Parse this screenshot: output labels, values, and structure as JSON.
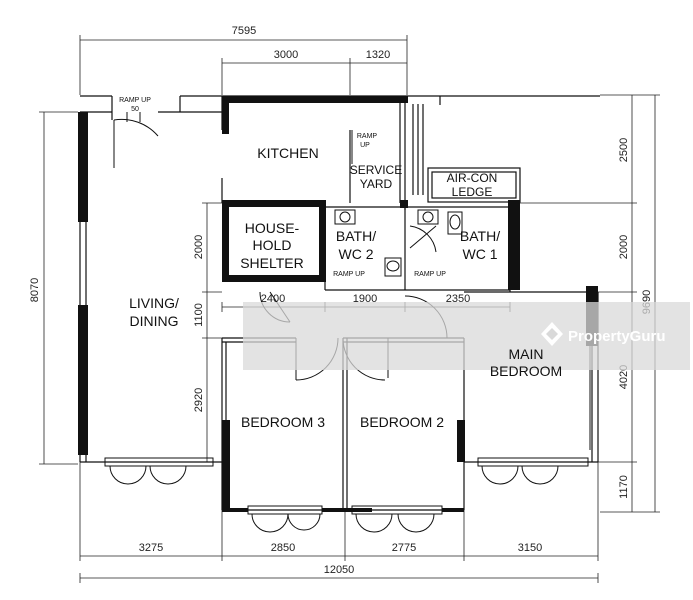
{
  "dimensions": {
    "top_total": "7595",
    "top_a": "3000",
    "top_b": "1320",
    "left_total": "8070",
    "left_a": "2000",
    "left_b": "1100",
    "left_c": "2920",
    "right_total": "9690",
    "right_a": "2500",
    "right_b": "2000",
    "right_c": "4020",
    "right_d": "1170",
    "mid_a": "2400",
    "mid_b": "1900",
    "mid_c": "2350",
    "bottom_a": "3275",
    "bottom_b": "2850",
    "bottom_c": "2775",
    "bottom_d": "3150",
    "bottom_total": "12050"
  },
  "rooms": {
    "kitchen": "KITCHEN",
    "service_yard_1": "SERVICE",
    "service_yard_2": "YARD",
    "aircon_1": "AIR-CON",
    "aircon_2": "LEDGE",
    "shelter_1": "HOUSE-",
    "shelter_2": "HOLD",
    "shelter_3": "SHELTER",
    "bath2_1": "BATH/",
    "bath2_2": "WC 2",
    "bath1_1": "BATH/",
    "bath1_2": "WC 1",
    "living_1": "LIVING/",
    "living_2": "DINING",
    "main_1": "MAIN",
    "main_2": "BEDROOM",
    "bedroom3": "BEDROOM 3",
    "bedroom2": "BEDROOM 2"
  },
  "annotations": {
    "ramp_entry_1": "RAMP UP",
    "ramp_entry_2": "50",
    "ramp_yard_1": "RAMP",
    "ramp_yard_2": "UP",
    "ramp_bath2": "RAMP UP",
    "ramp_bath1": "RAMP UP"
  },
  "watermark": {
    "text": "PropertyGuru",
    "icon": "propertyguru-logo-icon"
  },
  "colors": {
    "wall": "#111111",
    "line": "#222222",
    "watermark": "#d9d9d9"
  }
}
